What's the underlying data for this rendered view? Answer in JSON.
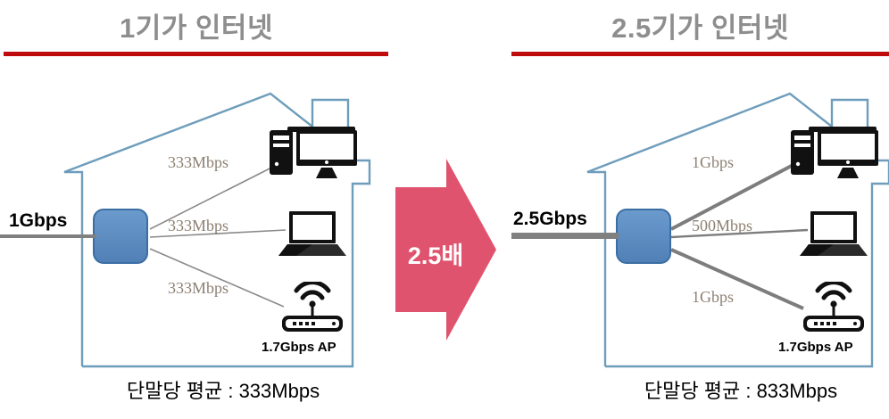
{
  "left_panel": {
    "title": "1기가 인터넷",
    "wan_label": "1Gbps",
    "links": [
      {
        "speed": "333Mbps",
        "device": "desktop-pc"
      },
      {
        "speed": "333Mbps",
        "device": "laptop"
      },
      {
        "speed": "333Mbps",
        "device": "wifi-router"
      }
    ],
    "ap_label": "1.7Gbps AP",
    "caption": "단말당 평균 : 333Mbps"
  },
  "center": {
    "arrow_label": "2.5배"
  },
  "right_panel": {
    "title": "2.5기가 인터넷",
    "wan_label": "2.5Gbps",
    "links": [
      {
        "speed": "1Gbps",
        "device": "desktop-pc"
      },
      {
        "speed": "500Mbps",
        "device": "laptop"
      },
      {
        "speed": "1Gbps",
        "device": "wifi-router"
      }
    ],
    "ap_label": "1.7Gbps AP",
    "caption": "단말당 평균 : 833Mbps"
  },
  "colors": {
    "title_text": "#8e8e8e",
    "title_rule": "#be0b0b",
    "house_outline": "#6e9dbb",
    "router_fill": "#5b8fc4",
    "router_border": "#3b6ea3",
    "link_line": "#8a8a8a",
    "link_text": "#8e8073",
    "arrow_fill": "#e0536e",
    "arrow_text": "#ffffff",
    "wan_line": "#808080",
    "device_icon": "#111111"
  }
}
